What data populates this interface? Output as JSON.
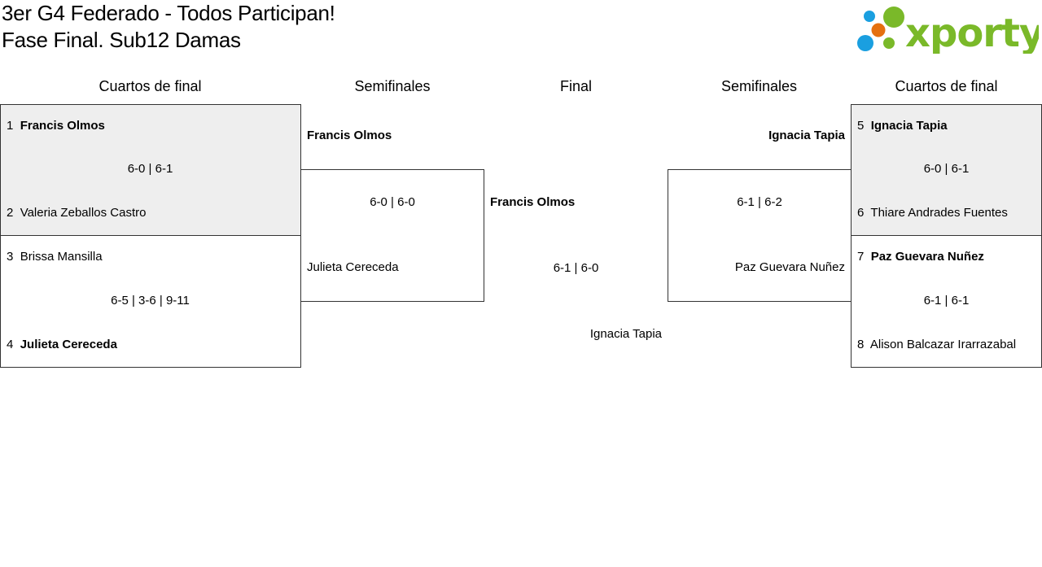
{
  "header": {
    "title_line1": "3er G4 Federado - Todos Participan!",
    "title_line2": "Fase Final. Sub12 Damas",
    "logo_text": "xporty"
  },
  "rounds": {
    "qf_left": "Cuartos de final",
    "sf_left": "Semifinales",
    "final": "Final",
    "sf_right": "Semifinales",
    "qf_right": "Cuartos de final"
  },
  "qf_left": [
    {
      "p1_seed": "1",
      "p1": "Francis Olmos",
      "score": "6-0 | 6-1",
      "p2_seed": "2",
      "p2": "Valeria Zeballos Castro"
    },
    {
      "p1_seed": "3",
      "p1": "Brissa Mansilla",
      "score": "6-5 | 3-6 | 9-11",
      "p2_seed": "4",
      "p2": "Julieta Cereceda"
    }
  ],
  "sf_left": {
    "p1": "Francis Olmos",
    "score": "6-0 | 6-0",
    "p2": "Julieta Cereceda"
  },
  "final": {
    "p1": "Francis Olmos",
    "score": "6-1 | 6-0",
    "p2": "Ignacia Tapia"
  },
  "sf_right": {
    "p1": "Ignacia Tapia",
    "score": "6-1 | 6-2",
    "p2": "Paz Guevara Nuñez"
  },
  "qf_right": [
    {
      "p1_seed": "5",
      "p1": "Ignacia Tapia",
      "score": "6-0 | 6-1",
      "p2_seed": "6",
      "p2": "Thiare Andrades Fuentes"
    },
    {
      "p1_seed": "7",
      "p1": "Paz Guevara Nuñez",
      "score": "6-1 | 6-1",
      "p2_seed": "8",
      "p2": "Alison Balcazar Irarrazabal"
    }
  ],
  "colors": {
    "winner_bg": "#eeeeee",
    "logo_green": "#7ab929",
    "logo_blue": "#1a9fe0",
    "logo_orange": "#e5700f"
  }
}
